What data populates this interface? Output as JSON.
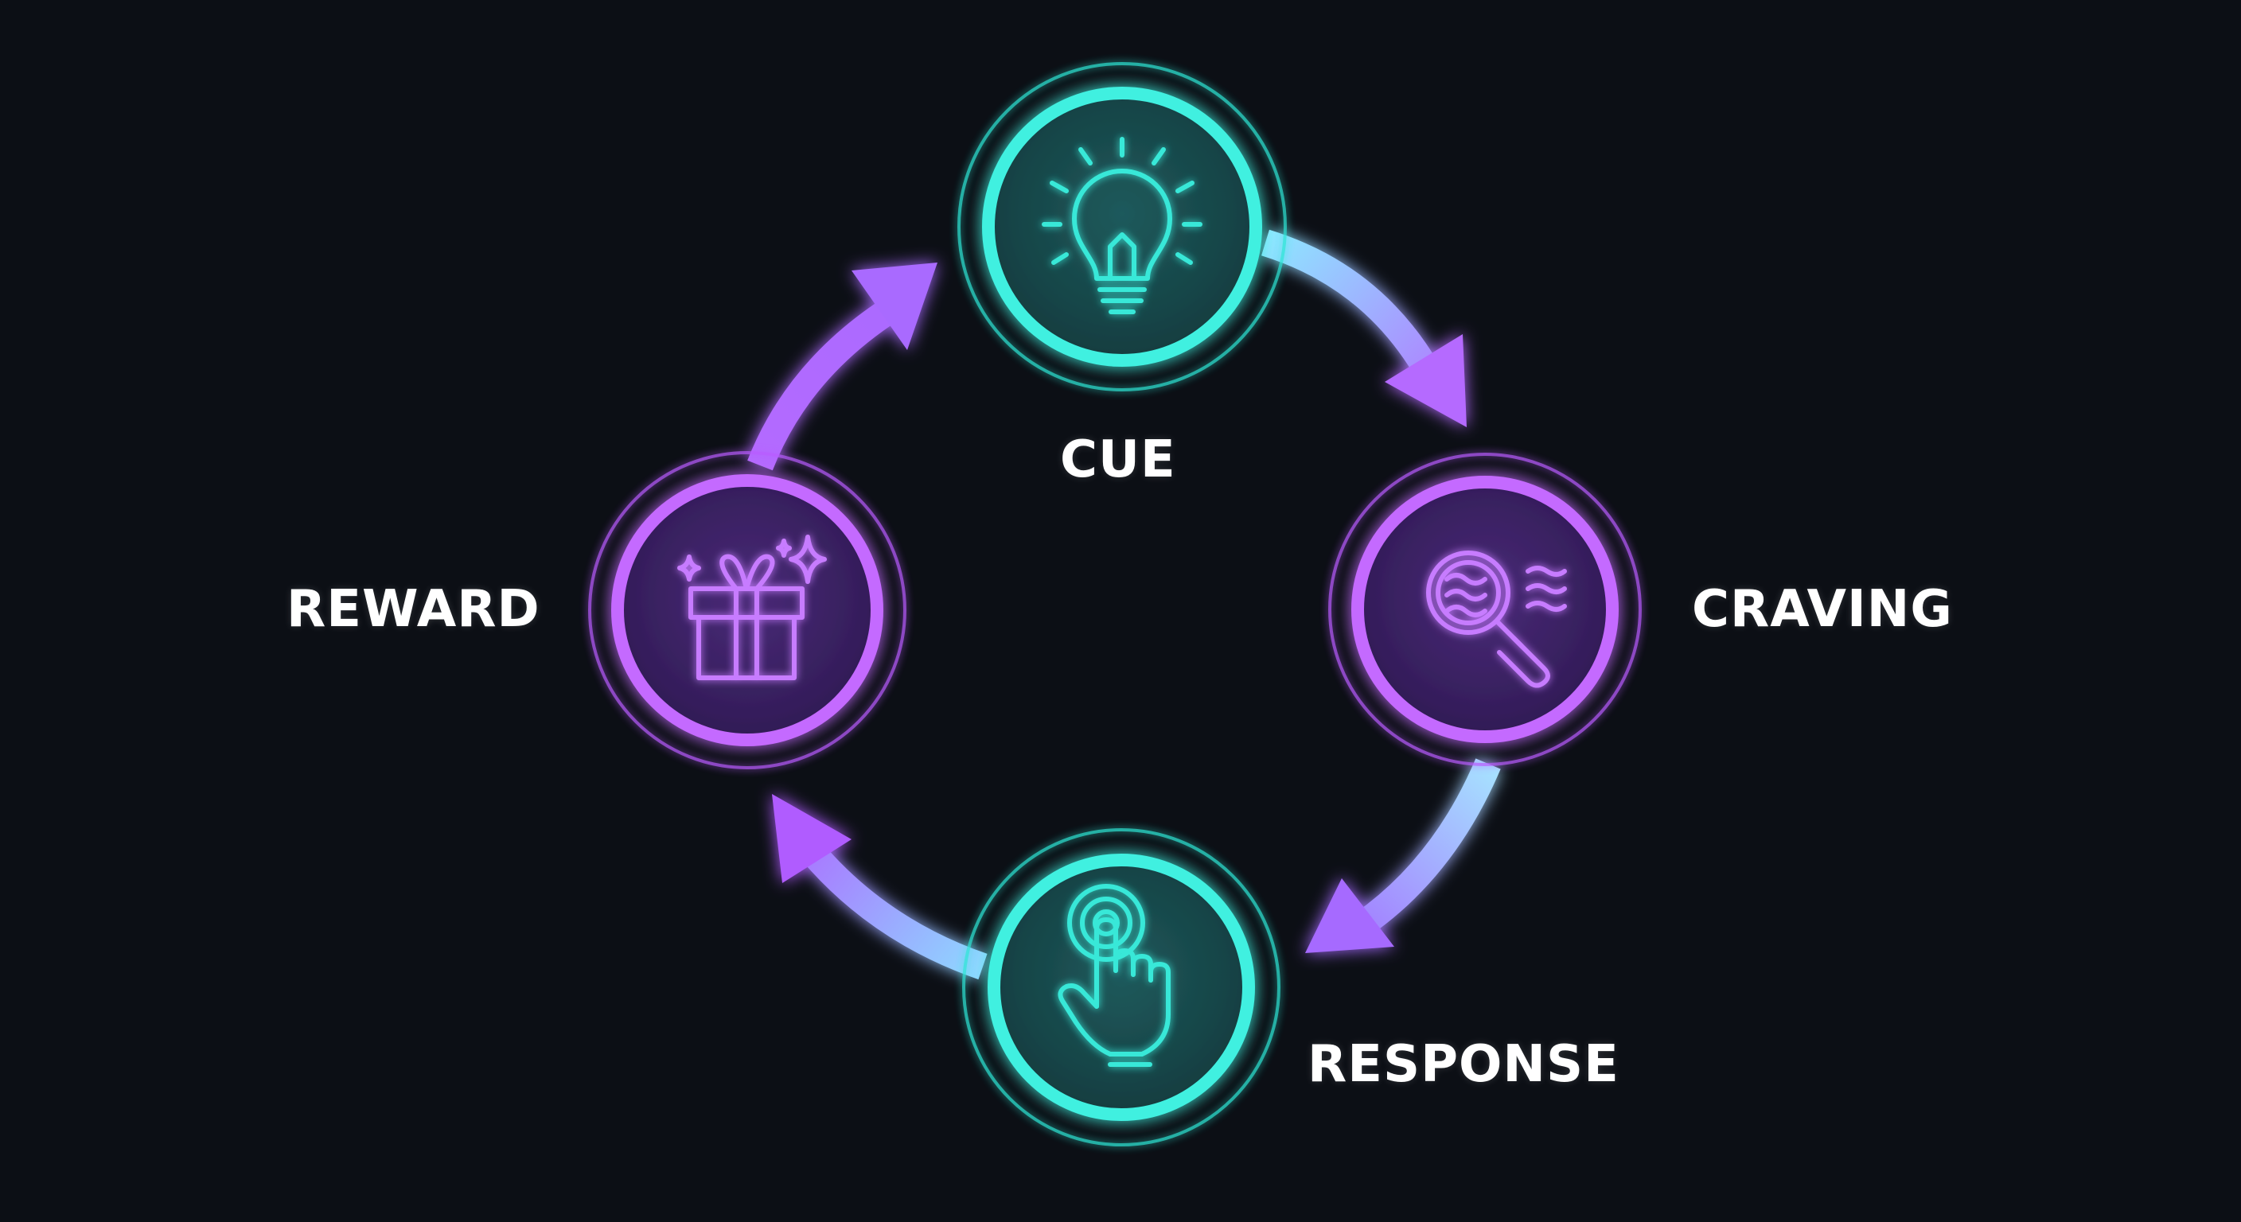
{
  "stages": [
    {
      "key": "cue",
      "label": "CUE",
      "icon": "lightbulb-icon",
      "color": "#2ee6d6"
    },
    {
      "key": "craving",
      "label": "CRAVING",
      "icon": "magnifier-waves-icon",
      "color": "#c060ff"
    },
    {
      "key": "response",
      "label": "RESPONSE",
      "icon": "tap-hand-icon",
      "color": "#2ee6d6"
    },
    {
      "key": "reward",
      "label": "REWARD",
      "icon": "gift-box-icon",
      "color": "#c060ff"
    }
  ],
  "colors": {
    "background": "#0c0f15",
    "teal": "#2ee6d6",
    "purple": "#b95cff",
    "arrow_purple": "#a66bff",
    "arrow_blue": "#8fd0ff"
  }
}
